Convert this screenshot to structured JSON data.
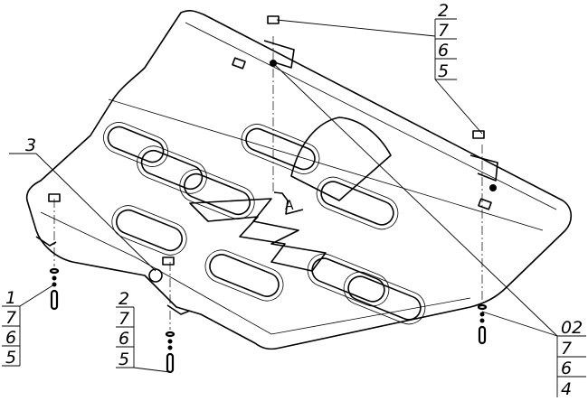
{
  "drawing": {
    "callouts": [
      {
        "id": "top-right",
        "items": [
          "2",
          "7",
          "6",
          "5"
        ]
      },
      {
        "id": "left-part",
        "items": [
          "3"
        ]
      },
      {
        "id": "left-bolt",
        "items": [
          "1",
          "7",
          "6",
          "5"
        ]
      },
      {
        "id": "bottom-bolt",
        "items": [
          "2",
          "7",
          "6",
          "5"
        ]
      },
      {
        "id": "right-bolt",
        "items": [
          "02",
          "7",
          "6",
          "4"
        ]
      }
    ],
    "view_mark": "A"
  }
}
